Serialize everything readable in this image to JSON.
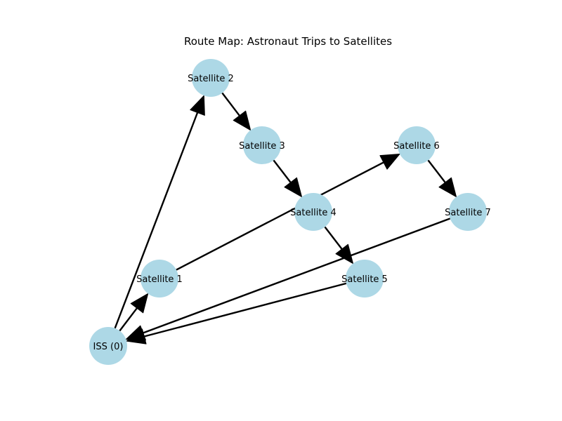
{
  "title": "Route Map: Astronaut Trips to Satellites",
  "colors": {
    "node_fill": "#add8e6",
    "edge": "#000000",
    "label": "#000000",
    "background": "#ffffff"
  },
  "nodes": [
    {
      "id": "iss",
      "label": "ISS (0)"
    },
    {
      "id": "s1",
      "label": "Satellite 1"
    },
    {
      "id": "s2",
      "label": "Satellite 2"
    },
    {
      "id": "s3",
      "label": "Satellite 3"
    },
    {
      "id": "s4",
      "label": "Satellite 4"
    },
    {
      "id": "s5",
      "label": "Satellite 5"
    },
    {
      "id": "s6",
      "label": "Satellite 6"
    },
    {
      "id": "s7",
      "label": "Satellite 7"
    }
  ],
  "edges": [
    {
      "from": "iss",
      "to": "s1"
    },
    {
      "from": "s1",
      "to": "s6"
    },
    {
      "from": "s6",
      "to": "s7"
    },
    {
      "from": "s7",
      "to": "iss"
    },
    {
      "from": "iss",
      "to": "s2"
    },
    {
      "from": "s2",
      "to": "s3"
    },
    {
      "from": "s3",
      "to": "s4"
    },
    {
      "from": "s4",
      "to": "s5"
    },
    {
      "from": "s5",
      "to": "iss"
    }
  ]
}
